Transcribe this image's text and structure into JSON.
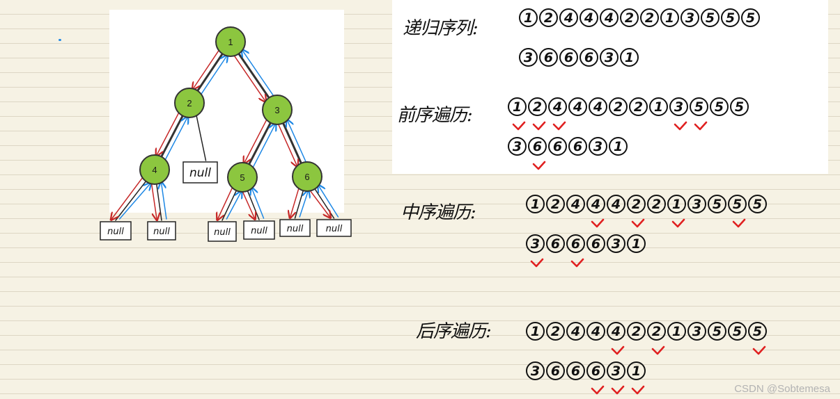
{
  "tree": {
    "nodes": [
      {
        "id": "n1",
        "label": "1"
      },
      {
        "id": "n2",
        "label": "2"
      },
      {
        "id": "n3",
        "label": "3"
      },
      {
        "id": "n4",
        "label": "4"
      },
      {
        "id": "n5",
        "label": "5"
      },
      {
        "id": "n6",
        "label": "6"
      }
    ],
    "null_label": "null"
  },
  "sequences": [
    {
      "title": "递归序列:",
      "rows": [
        [
          "1",
          "2",
          "4",
          "4",
          "4",
          "2",
          "2",
          "1",
          "3",
          "5",
          "5",
          "5"
        ],
        [
          "3",
          "6",
          "6",
          "6",
          "3",
          "1"
        ]
      ]
    },
    {
      "title": "前序遍历:",
      "rows": [
        [
          "1",
          "2",
          "4",
          "4",
          "4",
          "2",
          "2",
          "1",
          "3",
          "5",
          "5",
          "5"
        ],
        [
          "3",
          "6",
          "6",
          "6",
          "3",
          "1"
        ]
      ]
    },
    {
      "title": "中序遍历:",
      "rows": [
        [
          "1",
          "2",
          "4",
          "4",
          "4",
          "2",
          "2",
          "1",
          "3",
          "5",
          "5",
          "5"
        ],
        [
          "3",
          "6",
          "6",
          "6",
          "3",
          "1"
        ]
      ]
    },
    {
      "title": "后序遍历:",
      "rows": [
        [
          "1",
          "2",
          "4",
          "4",
          "4",
          "2",
          "2",
          "1",
          "3",
          "5",
          "5",
          "5"
        ],
        [
          "3",
          "6",
          "6",
          "6",
          "3",
          "1"
        ]
      ]
    }
  ],
  "watermark": "CSDN @Sobtemesa",
  "colors": {
    "node_fill": "#8cc63f",
    "red_arrow": "#c62828",
    "blue_arrow": "#1e88e5",
    "check": "#e02020"
  }
}
